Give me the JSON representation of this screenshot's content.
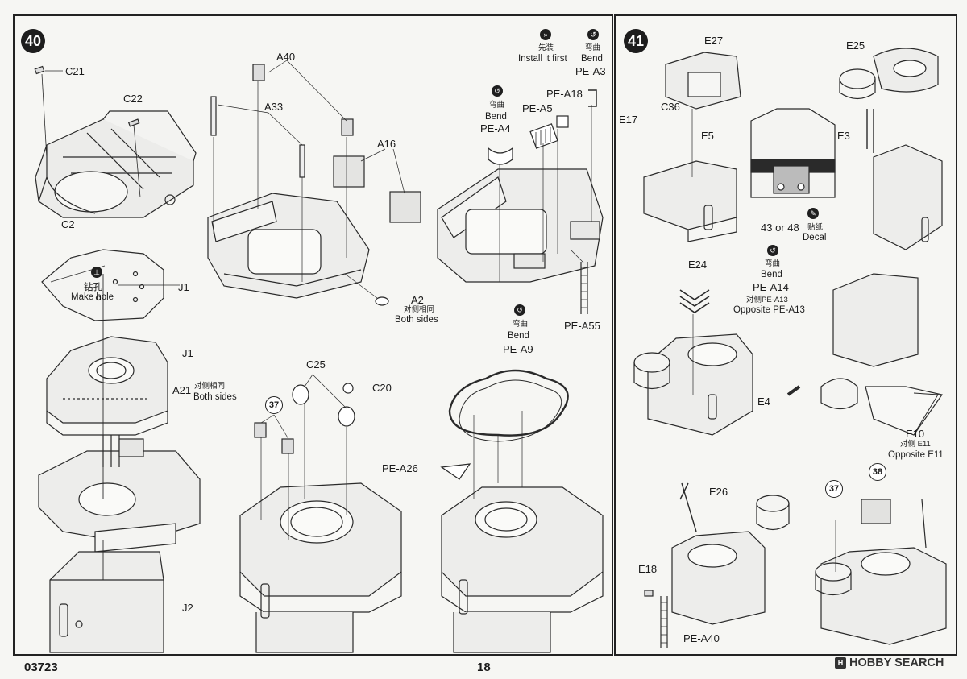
{
  "sheet": {
    "code": "03723",
    "page_number": "18",
    "logo_text": "HOBBY SEARCH"
  },
  "step40": {
    "number": "40",
    "labels": {
      "c21": "C21",
      "c22": "C22",
      "c2": "C2",
      "j1_top": "J1",
      "j1": "J1",
      "j2": "J2",
      "a40": "A40",
      "a33": "A33",
      "a16": "A16",
      "a2": "A2",
      "a21": "A21",
      "c25": "C25",
      "c20": "C20",
      "pe_a5": "PE-A5",
      "pe_a18": "PE-A18",
      "pe_a3": "PE-A3",
      "pe_a4": "PE-A4",
      "pe_a55": "PE-A55",
      "pe_a9": "PE-A9",
      "pe_a26": "PE-A26"
    },
    "notes": {
      "make_hole_zh": "钻孔",
      "make_hole_en": "Make hole",
      "both_sides_zh": "对侧相同",
      "both_sides_en": "Both sides",
      "both_sides2_zh": "对侧相同",
      "both_sides2_en": "Both  sides",
      "install_first_zh": "先装",
      "install_first_en": "Install it first",
      "bend_zh_a3": "弯曲",
      "bend_en_a3": "Bend",
      "bend_zh_a4": "弯曲",
      "bend_en_a4": "Bend",
      "bend_zh_a9": "弯曲",
      "bend_en_a9": "Bend"
    },
    "sub_refs": [
      "37"
    ]
  },
  "step41": {
    "number": "41",
    "labels": {
      "e27": "E27",
      "e25": "E25",
      "e17": "E17",
      "c36": "C36",
      "e5": "E5",
      "e3": "E3",
      "e24": "E24",
      "pe_a14": "PE-A14",
      "e4": "E4",
      "e10": "E10",
      "e26": "E26",
      "e18": "E18",
      "pe_a40": "PE-A40"
    },
    "notes": {
      "decal_number": "43 or 48",
      "decal_zh": "贴纸",
      "decal_en": "Decal",
      "bend_zh": "弯曲",
      "bend_en": "Bend",
      "opposite_zh": "对侧PE-A13",
      "opposite_en": "Opposite  PE-A13",
      "opposite_e11_zh": "对侧 E11",
      "opposite_e11_en": "Opposite   E11"
    },
    "sub_refs": [
      "37",
      "38"
    ]
  }
}
